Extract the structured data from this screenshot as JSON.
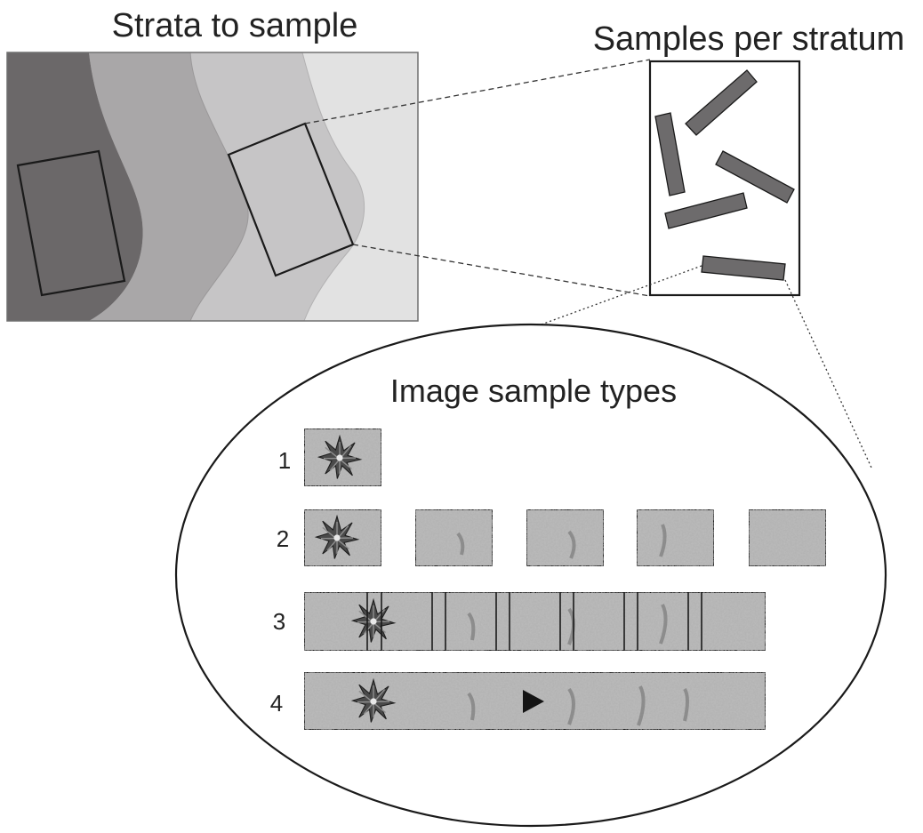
{
  "titles": {
    "strata": "Strata to sample",
    "samples": "Samples per stratum",
    "image_types": "Image sample types"
  },
  "rows": [
    {
      "label": "1",
      "type": "single"
    },
    {
      "label": "2",
      "type": "separate-frames"
    },
    {
      "label": "3",
      "type": "overlapping-mosaic"
    },
    {
      "label": "4",
      "type": "continuous-transect"
    }
  ],
  "colors": {
    "stratum_1": "#6b6869",
    "stratum_2": "#a9a7a8",
    "stratum_3": "#c6c5c6",
    "stratum_4": "#e2e2e2",
    "sample_bar": "#6d6b6c",
    "seabed": "#b4b4b4"
  },
  "icons": {
    "sea_star": "sea-star-icon",
    "direction": "play-arrow-icon"
  }
}
